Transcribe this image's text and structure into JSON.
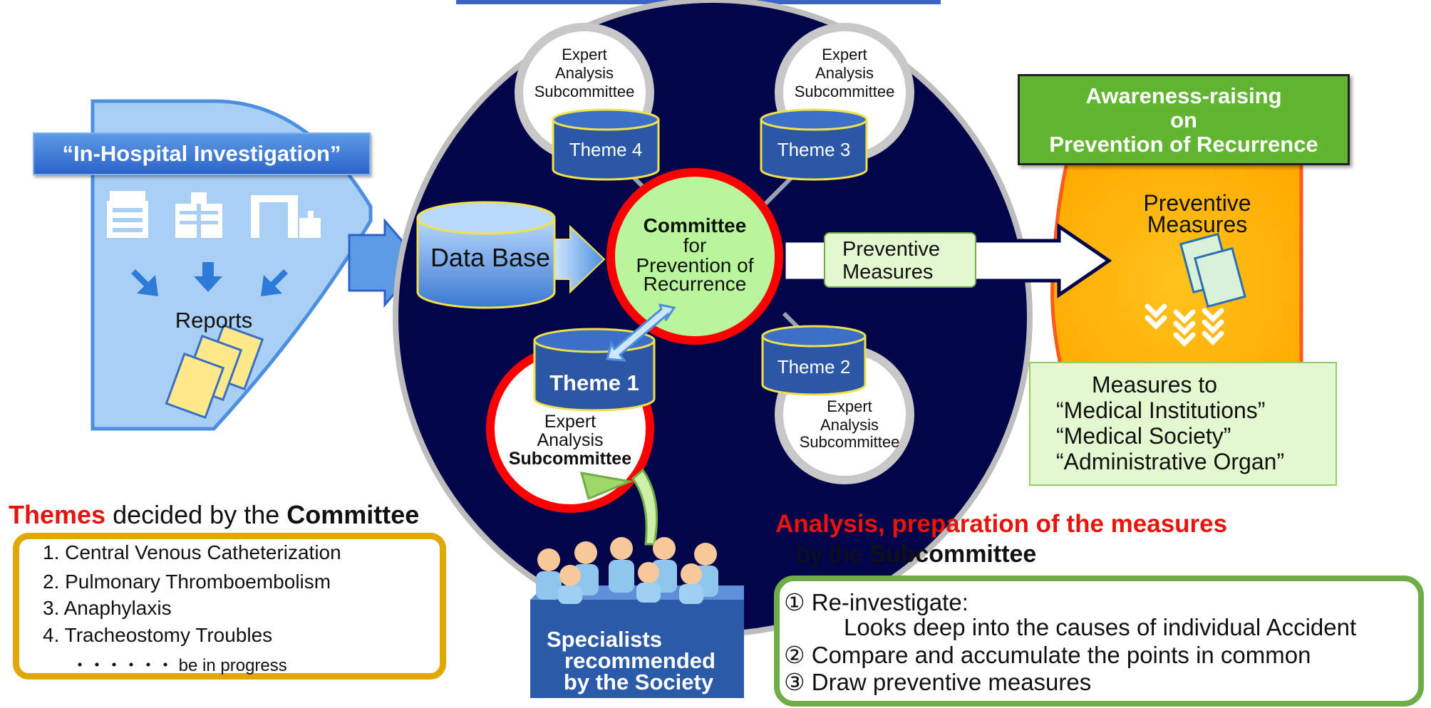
{
  "hospital": {
    "banner": "“In-Hospital Investigation”",
    "reports_label": "Reports"
  },
  "database": {
    "label": "Data Base"
  },
  "committee": {
    "title": "Committee",
    "line2": "for",
    "line3": "Prevention of",
    "line4": "Recurrence"
  },
  "preventive_arrow_label": {
    "line1": "Preventive",
    "line2": "Measures"
  },
  "themes_cylinders": {
    "theme1": "Theme 1",
    "theme2": "Theme 2",
    "theme3": "Theme 3",
    "theme4": "Theme 4"
  },
  "subcommittee": {
    "line1": "Expert",
    "line2": "Analysis",
    "line3": "Subcommittee"
  },
  "awareness": {
    "line1": "Awareness-raising",
    "line2": "on",
    "line3": "Prevention of Recurrence",
    "circle_label_1": "Preventive",
    "circle_label_2": "Measures"
  },
  "measures_to": {
    "line1": "Measures to",
    "line2": "“Medical Institutions”",
    "line3": "“Medical Society”",
    "line4": "“Administrative Organ”"
  },
  "themes_panel": {
    "heading_red": "Themes",
    "heading_mid": " decided by the ",
    "heading_bold": "Committee",
    "items": [
      "1. Central Venous Catheterization",
      "2. Pulmonary Thromboembolism",
      "3. Anaphylaxis",
      "4. Tracheostomy Troubles"
    ],
    "progress": "・・・・・・ be in progress"
  },
  "specialists": {
    "line1": "Specialists",
    "line2": "recommended",
    "line3": "by the Society"
  },
  "analysis": {
    "heading": "Analysis, preparation of the measures",
    "sub_prefix": "by the ",
    "sub_bold": "Subcommittee",
    "steps": [
      "① Re-investigate:",
      "Looks deep into the causes of individual Accident",
      "② Compare and accumulate the points in common",
      "③ Draw preventive measures"
    ]
  },
  "colors": {
    "navy": "#02054a",
    "green_banner": "#62b531",
    "orange": "#ffb400",
    "red_title": "#e8140c",
    "blue_banner": "#2d63c8",
    "light_blue": "#a9cff4"
  }
}
